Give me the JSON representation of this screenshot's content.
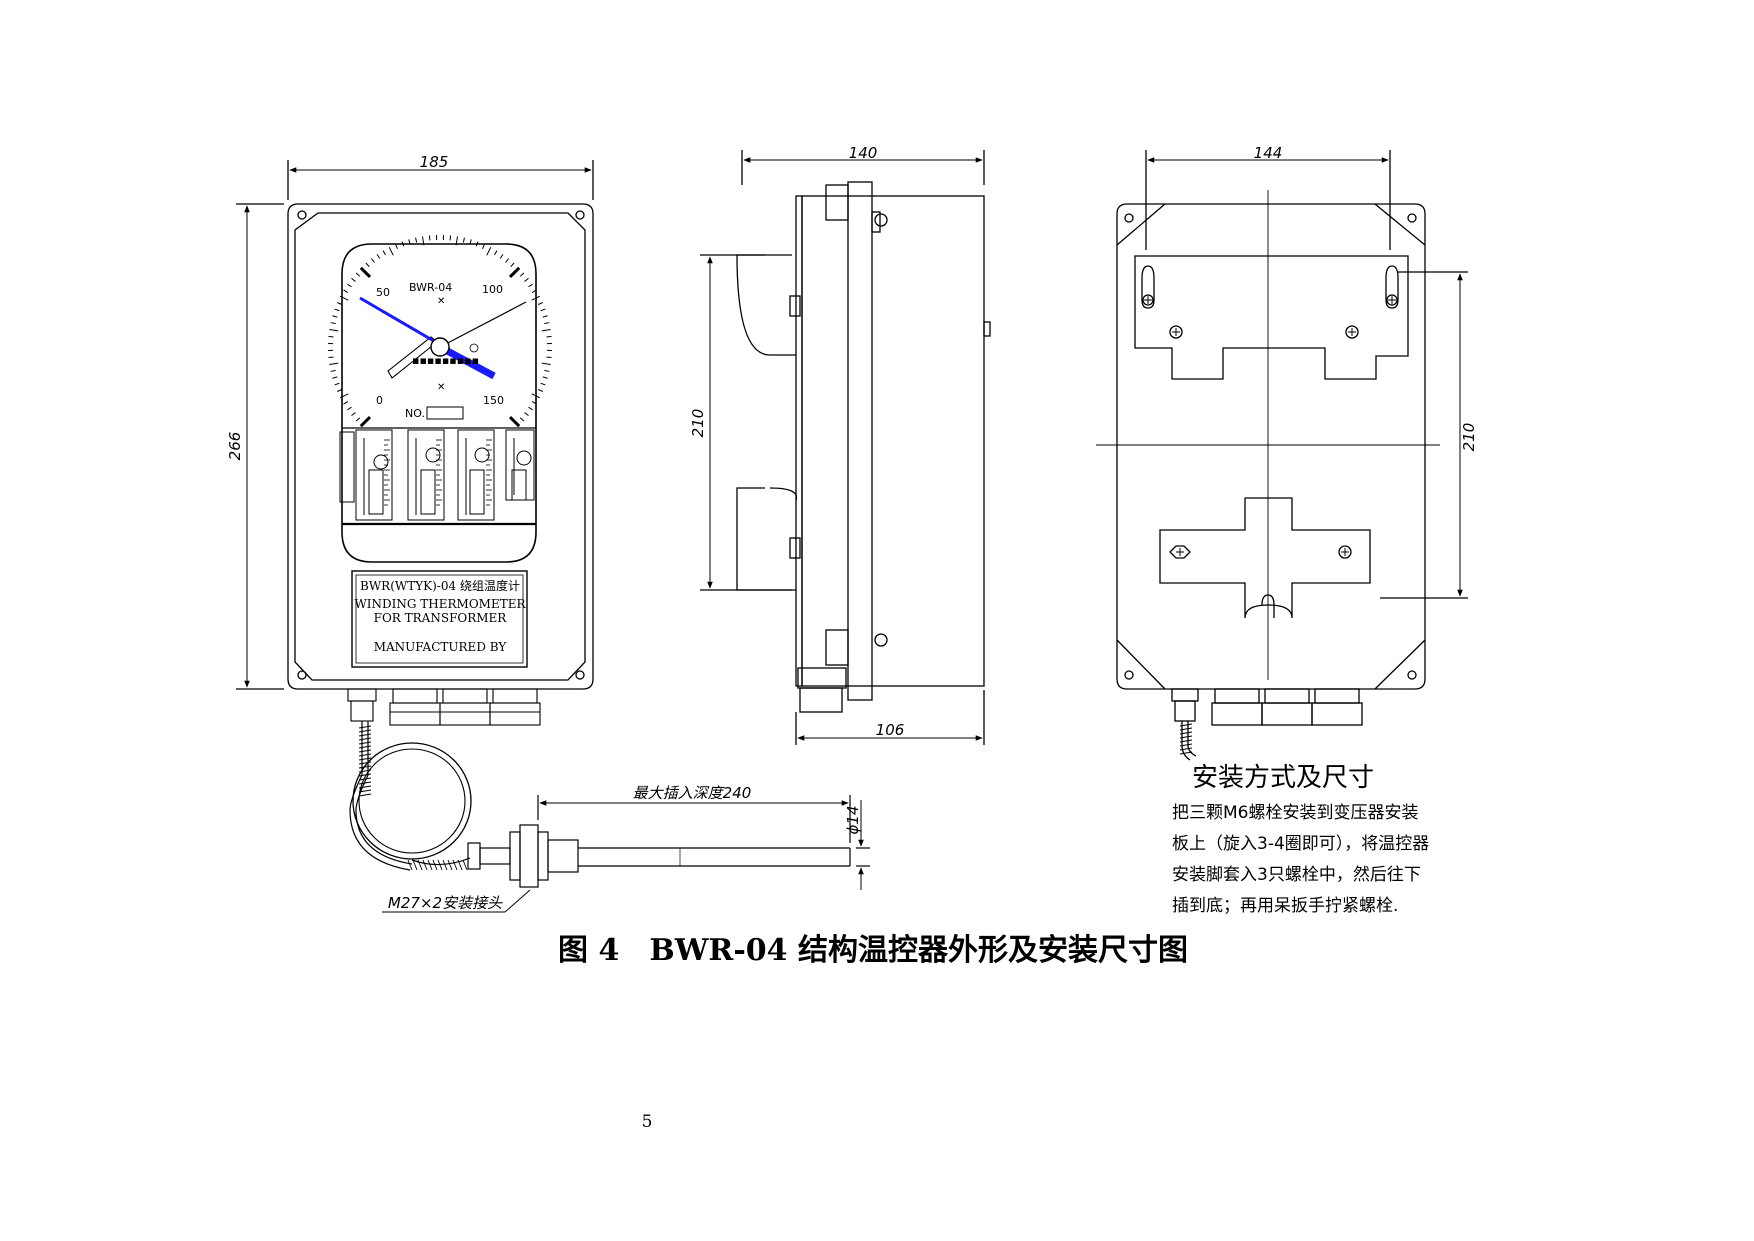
{
  "front_view": {
    "width_dim": "185",
    "height_dim": "266",
    "dial": {
      "model": "BWR-04",
      "scale_labels": [
        "0",
        "50",
        "100",
        "150"
      ],
      "no_label": "NO."
    },
    "nameplate": {
      "line1": "BWR(WTYK)-04 绕组温度计",
      "line2": "WINDING THERMOMETER",
      "line3": "FOR TRANSFORMER",
      "line4": "MANUFACTURED BY"
    }
  },
  "side_view": {
    "width_top_dim": "140",
    "height_dim": "210",
    "width_bottom_dim": "106"
  },
  "back_view": {
    "width_dim": "144",
    "height_dim": "210"
  },
  "probe": {
    "depth_label": "最大插入深度240",
    "diameter_label": "ϕ14",
    "fitting_label": "M27×2安装接头"
  },
  "installation": {
    "title": "安装方式及尺寸",
    "lines": [
      "把三颗M6螺栓安装到变压器安装",
      "板上（旋入3-4圈即可），将温控器",
      "安装脚套入3只螺栓中，然后往下",
      "插到底；再用呆扳手拧紧螺栓."
    ]
  },
  "caption": "图 4　BWR-04 结构温控器外形及安装尺寸图",
  "page_number": "5",
  "colors": {
    "line": "#000000",
    "needle": "#1a1aff",
    "background": "#ffffff"
  }
}
